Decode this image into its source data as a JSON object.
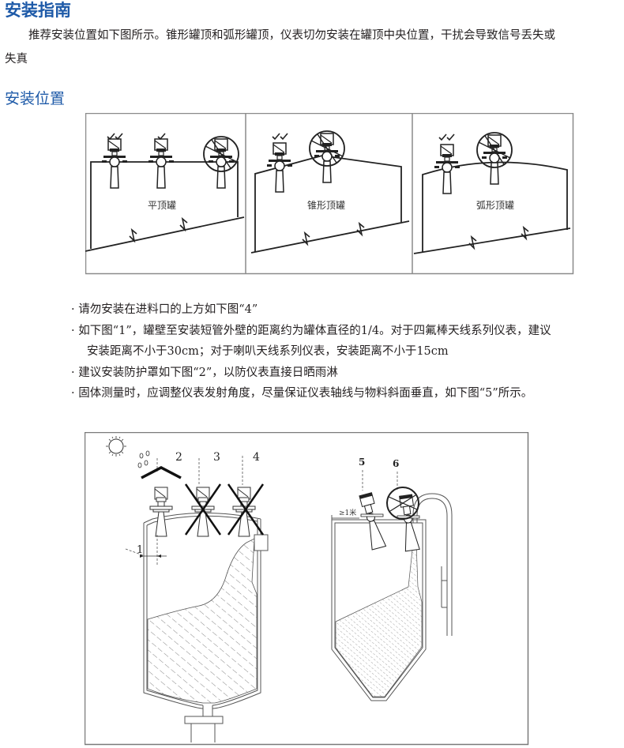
{
  "section_title": "安装指南",
  "intro": {
    "line1": "推荐安装位置如下图所示。锥形罐顶和弧形罐顶，仪表切勿安装在罐顶中央位置，干扰会导致信号丢失或",
    "line2": "失真"
  },
  "subsection_title": "安装位置",
  "figure_top": {
    "panels": [
      {
        "label": "平顶罐",
        "marks": [
          "✓✓",
          "✓",
          "✗"
        ]
      },
      {
        "label": "锥形顶罐",
        "marks": [
          "✓✓",
          "✗"
        ]
      },
      {
        "label": "弧形顶罐",
        "marks": [
          "✓✓",
          "✗"
        ]
      }
    ]
  },
  "bullets": [
    {
      "text": "请勿安装在进料口的上方如下图“4”"
    },
    {
      "text": "如下图“1”，罐壁至安装短管外壁的距离约为罐体直径的1/4。对于四氟棒天线系列仪表，建议",
      "continuation": "安装距离不小于30cm；对于喇叭天线系列仪表，安装距离不小于15cm"
    },
    {
      "text": "建议安装防护罩如下图“2”，以防仪表直接日晒雨淋"
    },
    {
      "text": "固体测量时，应调整仪表发射角度，尽量保证仪表轴线与物料斜面垂直，如下图“5”所示。"
    }
  ],
  "bullet_glyph": "·",
  "figure_bottom": {
    "labels": {
      "n1": "1",
      "n2": "2",
      "n3": "3",
      "n4": "4",
      "n5": "5",
      "n6": "6",
      "distance": "≥1米"
    }
  },
  "colors": {
    "heading": "#1e5aa8",
    "text": "#231f20",
    "frame": "#8a8a8a"
  }
}
